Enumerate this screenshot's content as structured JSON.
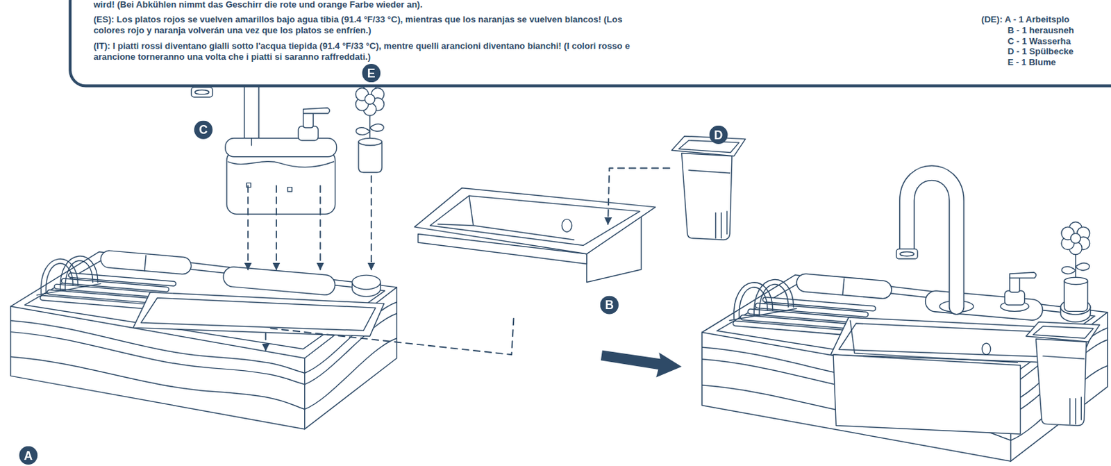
{
  "diagram": {
    "nodes": [
      {
        "text": [
          "wird! (Bei Abkühlen nimmt das Geschirr die rote und orange Farbe wieder an).",
          "(ES): Los platos rojos se vuelven amarillos bajo agua tibia (91.4 °F/33 °C), mientras que los naranjas se vuelven blancos! (Los colores rojo y naranja volverán una vez que los platos se enfríen.)",
          "(IT): I piatti rossi diventano gialli sotto l'acqua tiepida (91.4 °F/33 °C), mentre quelli arancioni diventano bianchi! (I colori rosso e arancione torneranno una volta che i piatti si saranno raffreddati.)",
          "(DE): A - 1 Arbeitsplo",
          "B - 1 herausneh",
          "C - 1 Wasserha",
          "D - 1 Spülbecke",
          "E - 1 Blume"
        ]
      },
      {
        "text": [
          "E"
        ]
      },
      {
        "text": [
          "C"
        ]
      },
      {
        "text": [
          "D"
        ]
      },
      {
        "text": [
          "B"
        ]
      },
      {
        "text": [
          "A"
        ]
      }
    ]
  }
}
